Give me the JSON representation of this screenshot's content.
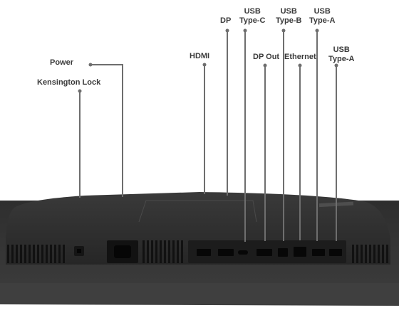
{
  "diagram": {
    "labels": {
      "power": "Power",
      "kensington_lock": "Kensington Lock",
      "hdmi": "HDMI",
      "dp": "DP",
      "usb_type_c": {
        "line1": "USB",
        "line2": "Type-C"
      },
      "usb_type_b": {
        "line1": "USB",
        "line2": "Type-B"
      },
      "usb_type_a_1": {
        "line1": "USB",
        "line2": "Type-A"
      },
      "dp_out": "DP Out",
      "ethernet": "Ethernet",
      "usb_type_a_2": {
        "line1": "USB",
        "line2": "Type-A"
      }
    },
    "colors": {
      "text": "#3a3a3a",
      "leader": "#6e6e6e",
      "monitor_back": "#2b2b2b",
      "monitor_panel": "#1e1e1e",
      "port": "#0e0e0e"
    }
  }
}
